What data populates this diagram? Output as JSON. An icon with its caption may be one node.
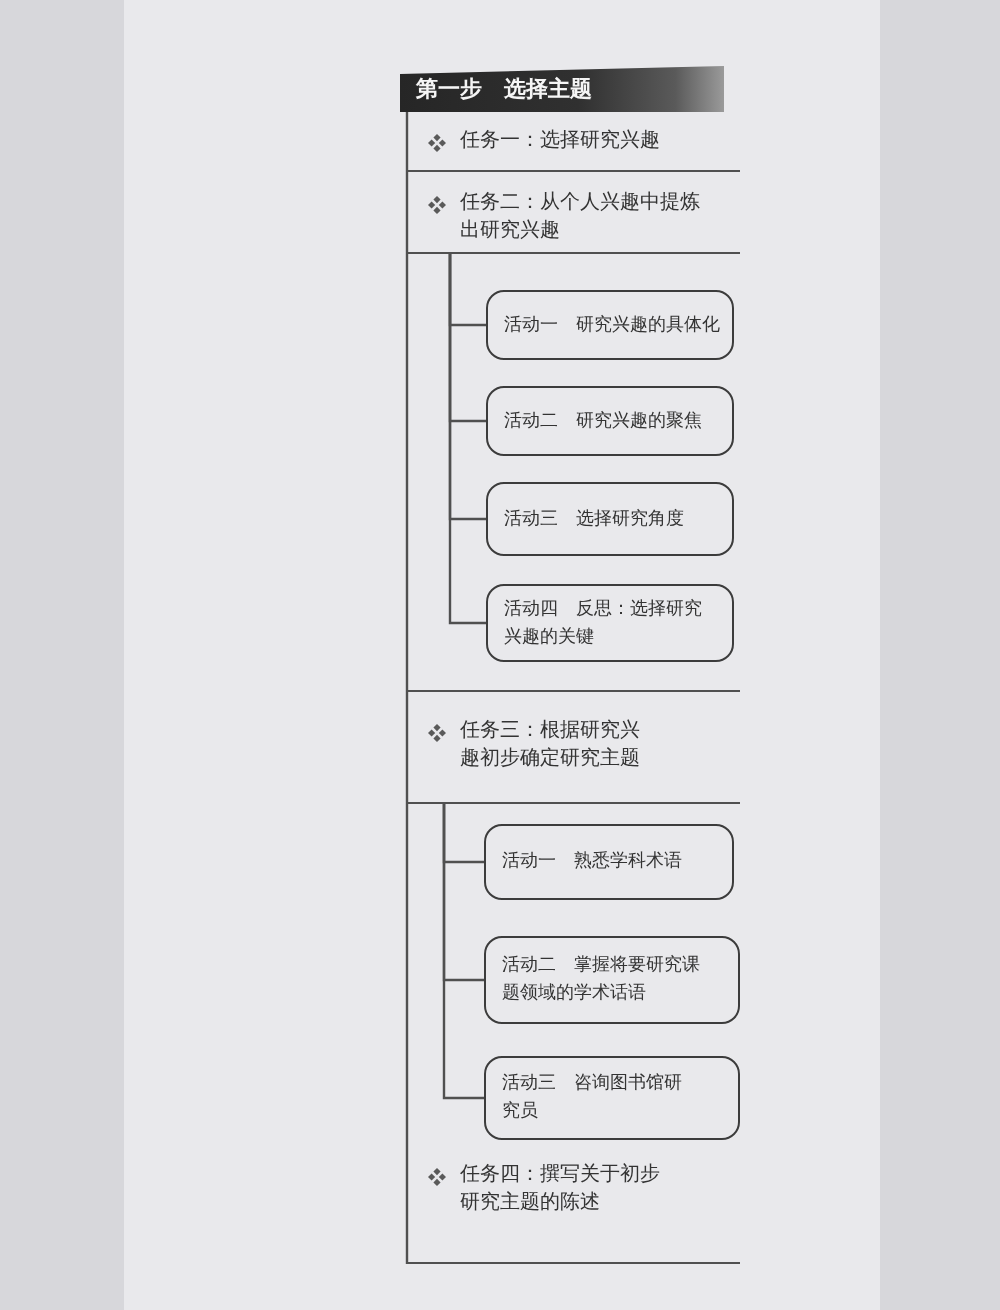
{
  "diagram": {
    "title": "第一步　选择主题",
    "nodes": [
      {
        "text": [
          "任务一：选择研究兴趣"
        ]
      },
      {
        "text": [
          "任务二：从个人兴趣中提炼出研究兴趣"
        ]
      },
      {
        "text": [
          "活动一　研究兴趣的具体化"
        ]
      },
      {
        "text": [
          "活动二　研究兴趣的聚焦"
        ]
      },
      {
        "text": [
          "活动三　选择研究角度"
        ]
      },
      {
        "text": [
          "活动四　反思：选择研究兴趣的关键"
        ]
      },
      {
        "text": [
          "任务三：根据研究兴趣初步确定研究主题"
        ]
      },
      {
        "text": [
          "活动一　熟悉学科术语"
        ]
      },
      {
        "text": [
          "活动二　掌握将要研究课题领域的学术话语"
        ]
      },
      {
        "text": [
          "活动三　咨询图书馆研究员"
        ]
      },
      {
        "text": [
          "任务四：撰写关于初步研究主题的陈述"
        ]
      }
    ],
    "edges": [
      {
        "from": 1,
        "to": 2,
        "arrow": "none"
      },
      {
        "from": 1,
        "to": 3,
        "arrow": "none"
      },
      {
        "from": 1,
        "to": 4,
        "arrow": "none"
      },
      {
        "from": 1,
        "to": 5,
        "arrow": "none"
      },
      {
        "from": 6,
        "to": 7,
        "arrow": "none"
      },
      {
        "from": 6,
        "to": 8,
        "arrow": "none"
      },
      {
        "from": 6,
        "to": 9,
        "arrow": "none"
      }
    ]
  }
}
